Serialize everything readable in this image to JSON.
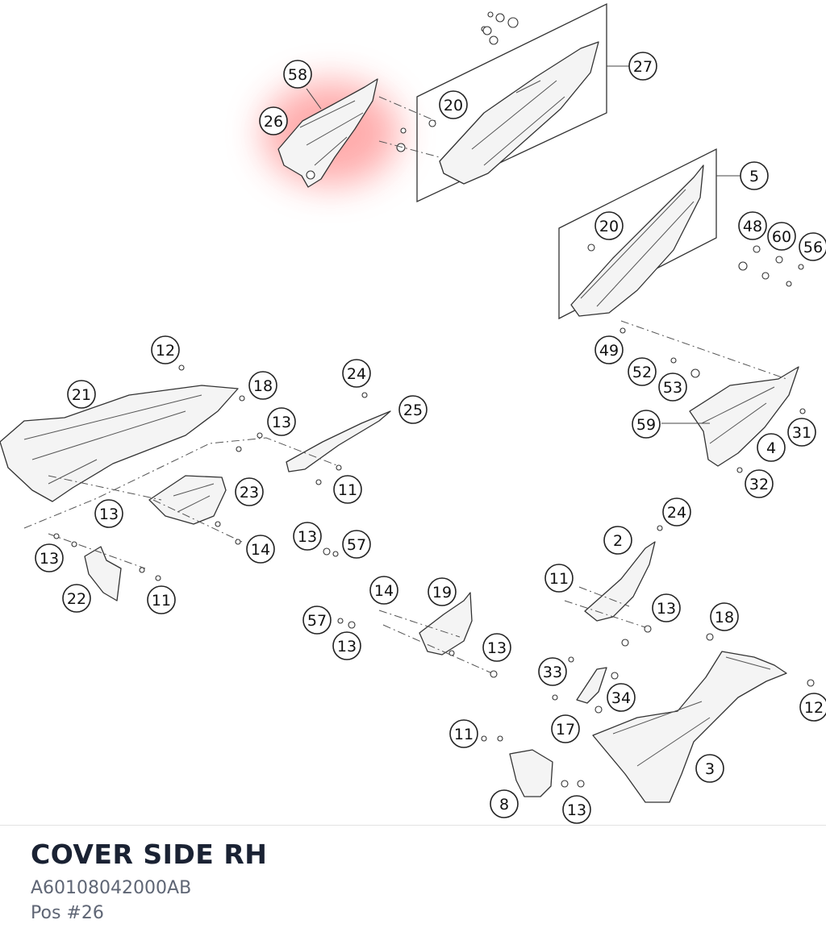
{
  "part": {
    "title": "COVER SIDE RH",
    "number": "A60108042000AB",
    "position": "Pos #26"
  },
  "highlight_color": "#ff6b6b",
  "callouts": [
    "58",
    "26",
    "20",
    "27",
    "5",
    "20",
    "48",
    "60",
    "56",
    "49",
    "52",
    "53",
    "59",
    "31",
    "4",
    "32",
    "12",
    "18",
    "21",
    "24",
    "25",
    "13",
    "11",
    "23",
    "13",
    "14",
    "13",
    "57",
    "13",
    "22",
    "11",
    "24",
    "2",
    "11",
    "13",
    "14",
    "19",
    "57",
    "13",
    "13",
    "18",
    "33",
    "34",
    "12",
    "17",
    "11",
    "3",
    "8",
    "13"
  ]
}
